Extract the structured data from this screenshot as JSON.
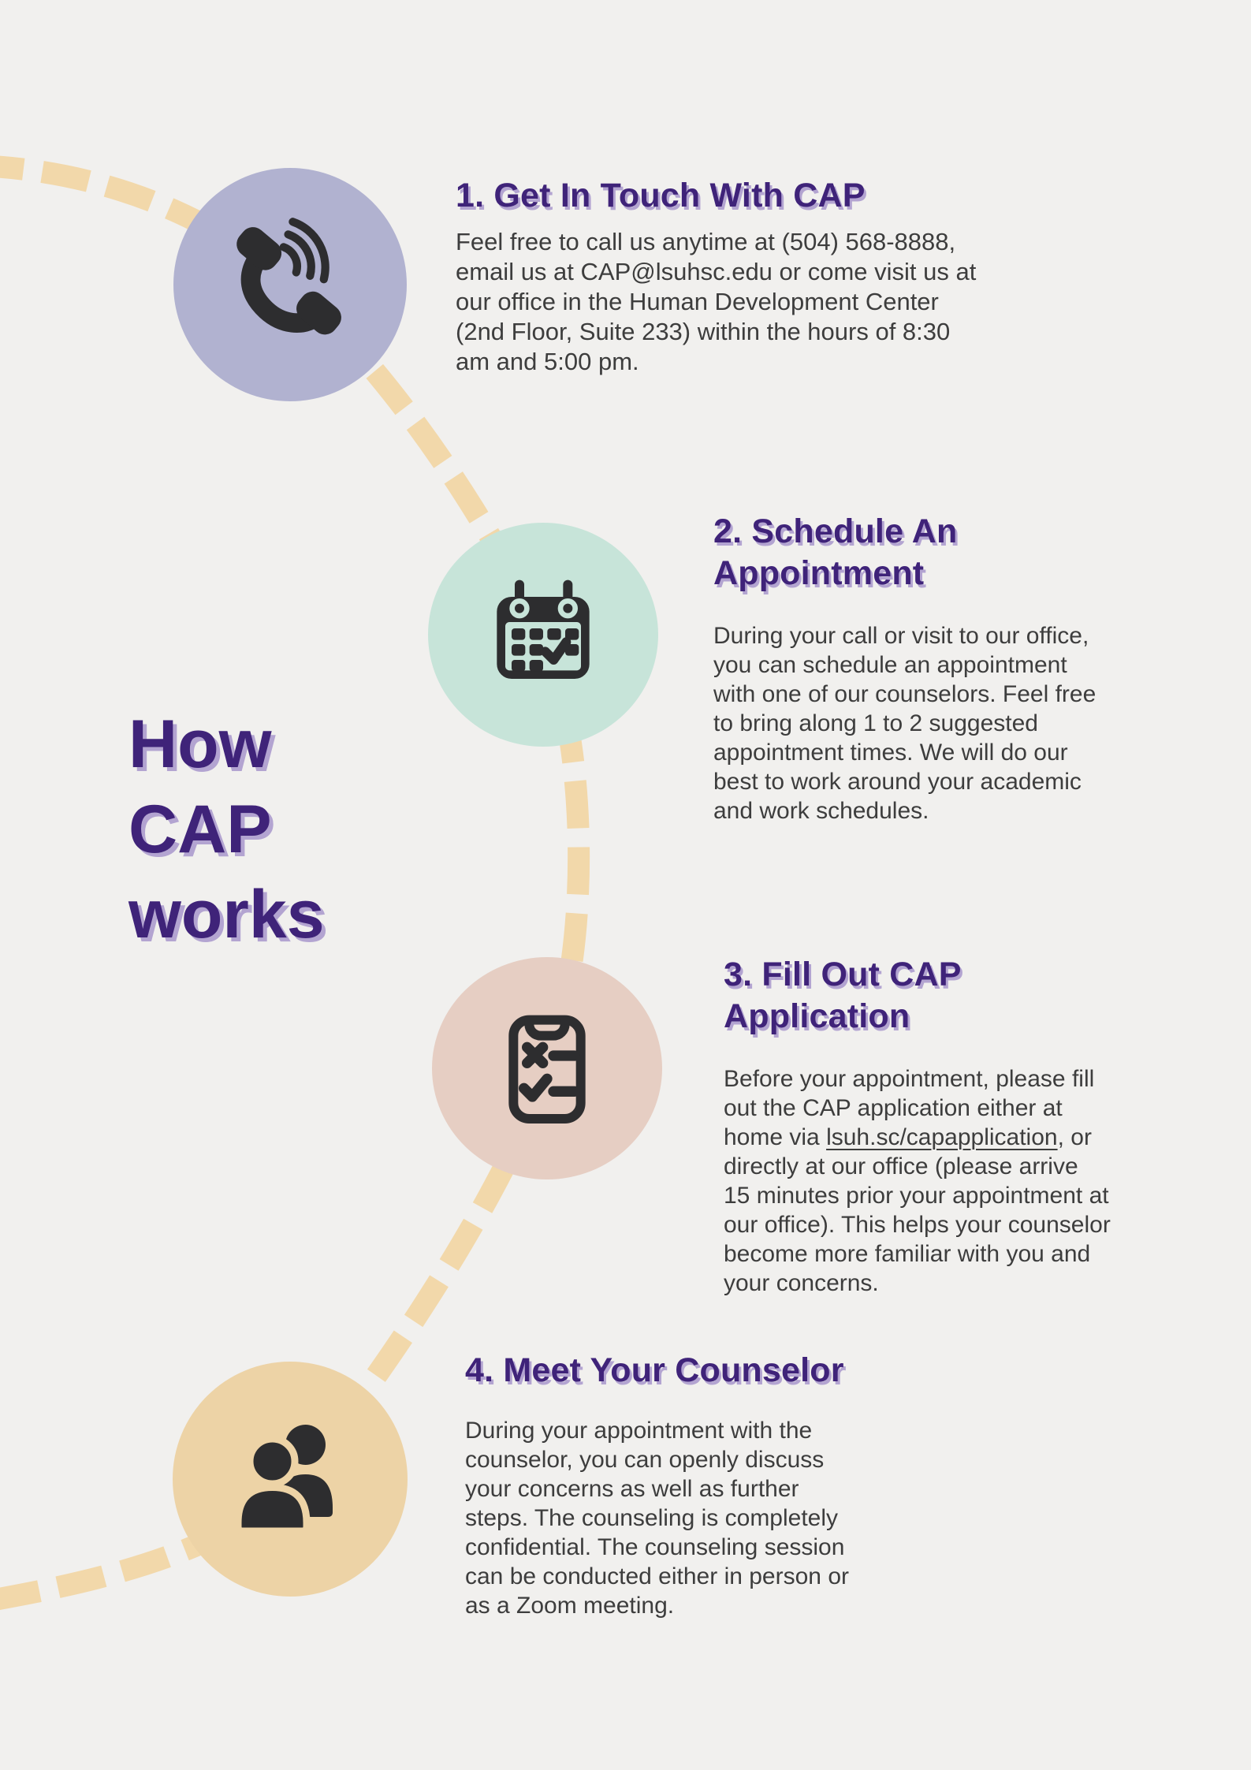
{
  "page": {
    "main_title": "How\nCAP\nworks"
  },
  "colors": {
    "background": "#f1f0ee",
    "title_purple": "#3f2379",
    "title_shadow_lavender": "#b3a4d1",
    "body_gray": "#3d3d3d",
    "dash_tan": "#f2d8aa",
    "circle_lavender": "#b1b2d0",
    "circle_mint": "#c7e4d9",
    "circle_pink": "#e6cec3",
    "circle_tan": "#edd3a6",
    "icon_dark": "#2d2d2f"
  },
  "steps": [
    {
      "title": "1. Get In Touch With CAP",
      "body": "Feel free to call us anytime at (504) 568-8888,\nemail us at CAP@lsuhsc.edu or come visit us at\nour office in the Human Development Center\n(2nd Floor, Suite 233) within the hours of 8:30\nam and 5:00 pm.",
      "icon": "phone-icon"
    },
    {
      "title": "2. Schedule An\nAppointment",
      "body": "During your call or visit to our office,\nyou can schedule an appointment\nwith one of our counselors. Feel free\nto bring along 1 to 2 suggested\nappointment times. We will do our\nbest to work around your academic\nand work schedules.",
      "icon": "calendar-icon"
    },
    {
      "title": "3. Fill Out CAP\nApplication",
      "body_pre": "Before your appointment, please fill\nout the CAP application either at\nhome via ",
      "link": "lsuh.sc/capapplication",
      "body_post": ", or\ndirectly at our office (please arrive\n15 minutes prior your appointment at\nour office). This helps your counselor\nbecome more familiar with you and\nyour concerns.",
      "icon": "clipboard-icon"
    },
    {
      "title": "4. Meet Your Counselor",
      "body": "During your appointment with the\ncounselor, you can openly discuss\nyour concerns as well as further\nsteps. The counseling is completely\nconfidential. The counseling session\ncan be conducted either in person or\nas a Zoom meeting.",
      "icon": "people-icon"
    }
  ]
}
